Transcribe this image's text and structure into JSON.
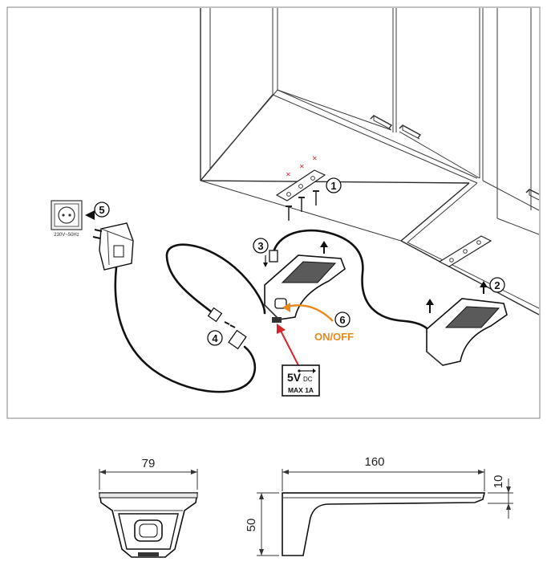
{
  "steps": [
    "1",
    "2",
    "3",
    "4",
    "5",
    "6"
  ],
  "switch_label": "ON/OFF",
  "socket_label": "230V~50Hz",
  "power_badge": {
    "voltage": "5V",
    "current_type": "DC",
    "max_current": "MAX 1A"
  },
  "dimensions": {
    "front_width": "79",
    "side_length": "160",
    "height": "50",
    "thickness": "10"
  },
  "colors": {
    "switch_accent": "#E8891E",
    "power_arrow": "#D8232A",
    "line": "#222222",
    "frame": "#9a9a9a"
  }
}
